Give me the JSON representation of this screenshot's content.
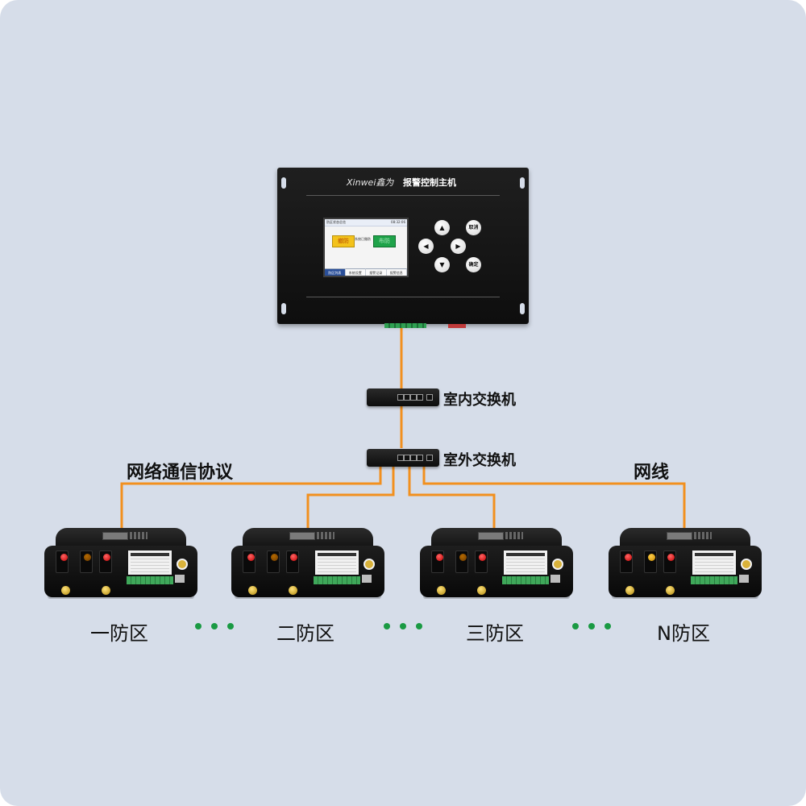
{
  "controller": {
    "brand": "Xinwei鑫为",
    "title": "报警控制主机",
    "screen": {
      "header_left": "防区状态总览",
      "header_right": "08:32:06",
      "disarm_label": "撤防",
      "status_text": "系统已撤防",
      "arm_label": "布防",
      "tabs": [
        "防区列表",
        "系统设置",
        "报警记录",
        "报警信息"
      ]
    },
    "keys": {
      "up": "▲",
      "down": "▼",
      "left": "◀",
      "right": "▶",
      "cancel": "取消",
      "confirm": "确定"
    }
  },
  "switches": {
    "indoor": "室内交换机",
    "outdoor": "室外交换机"
  },
  "wire_labels": {
    "protocol": "网络通信协议",
    "cable": "网线"
  },
  "zones": [
    "一防区",
    "二防区",
    "三防区",
    "N防区"
  ],
  "colors": {
    "frame": "#d6dde9",
    "wire": "#f2901e",
    "dots": "#1a9a43"
  }
}
